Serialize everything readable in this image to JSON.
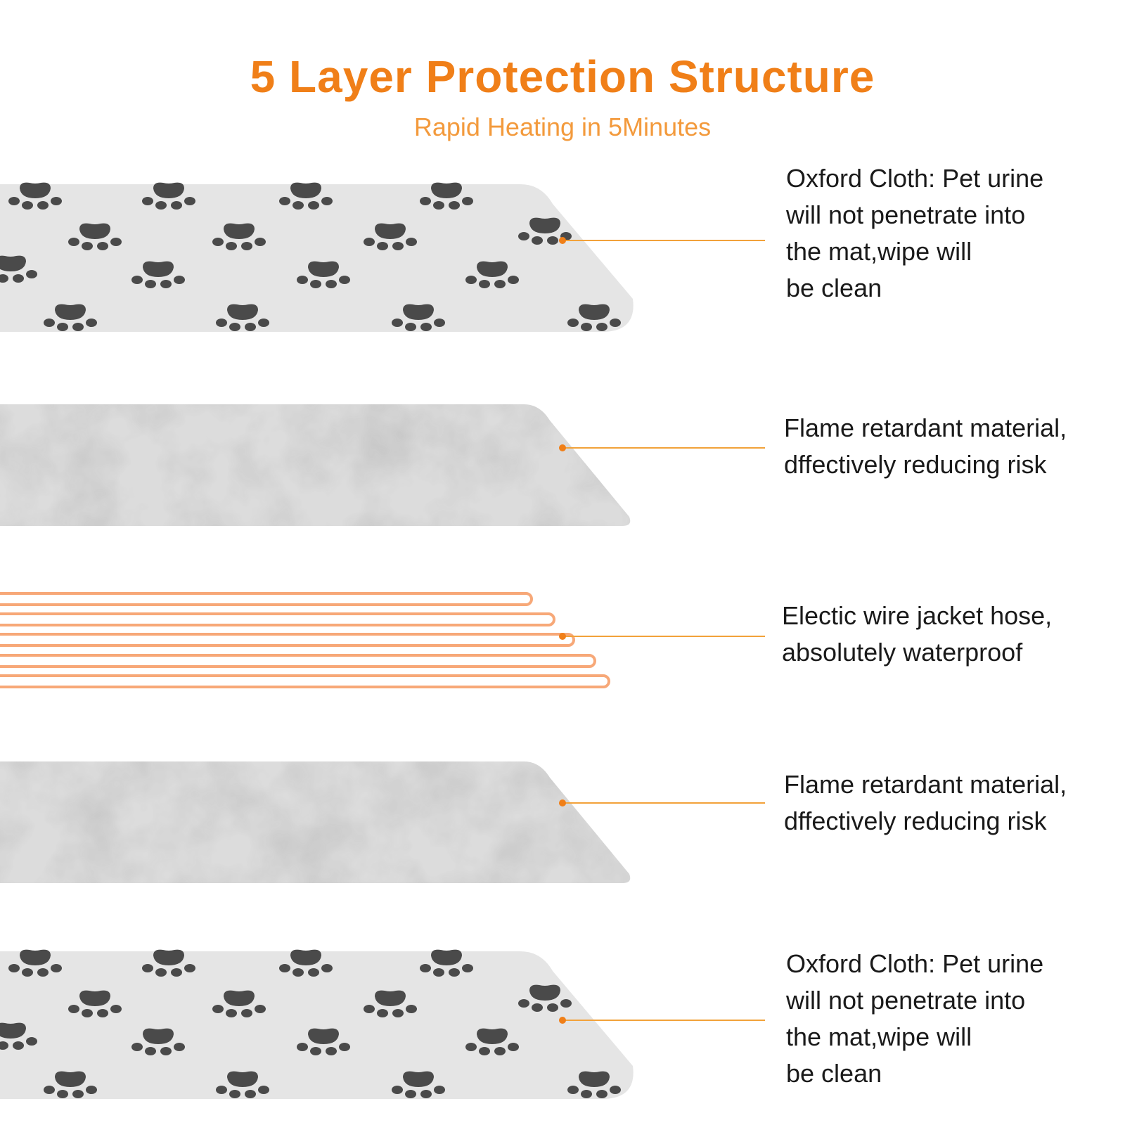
{
  "title": "5 Layer Protection Structure",
  "subtitle": "Rapid Heating in 5Minutes",
  "colors": {
    "accent": "#F07F18",
    "heading": "#F07F18",
    "subheading": "#F39A3C",
    "wire": "#F7A878",
    "cloth": "#E5E5E5",
    "felt": "#DCDCDC",
    "paw": "#4A4A4A",
    "leader": "#F2A23A"
  },
  "layers": [
    {
      "name": "oxford-cloth-top",
      "material": "Oxford Cloth",
      "icon": "paw-print",
      "lines": [
        "Oxford Cloth: Pet urine",
        "will not penetrate into",
        "the mat,wipe will",
        "be clean"
      ]
    },
    {
      "name": "flame-retardant-top",
      "material": "Flame retardant material",
      "icon": "felt-texture",
      "lines": [
        "Flame retardant material,",
        "dffectively reducing risk"
      ]
    },
    {
      "name": "electric-wire",
      "material": "Electic wire jacket hose",
      "icon": "heating-wire",
      "lines": [
        "Electic wire jacket hose,",
        "absolutely waterproof"
      ]
    },
    {
      "name": "flame-retardant-bottom",
      "material": "Flame retardant material",
      "icon": "felt-texture",
      "lines": [
        "Flame retardant material,",
        "dffectively reducing risk"
      ]
    },
    {
      "name": "oxford-cloth-bottom",
      "material": "Oxford Cloth",
      "icon": "paw-print",
      "lines": [
        "Oxford Cloth: Pet urine",
        "will not penetrate into",
        "the mat,wipe will",
        "be clean"
      ]
    }
  ]
}
